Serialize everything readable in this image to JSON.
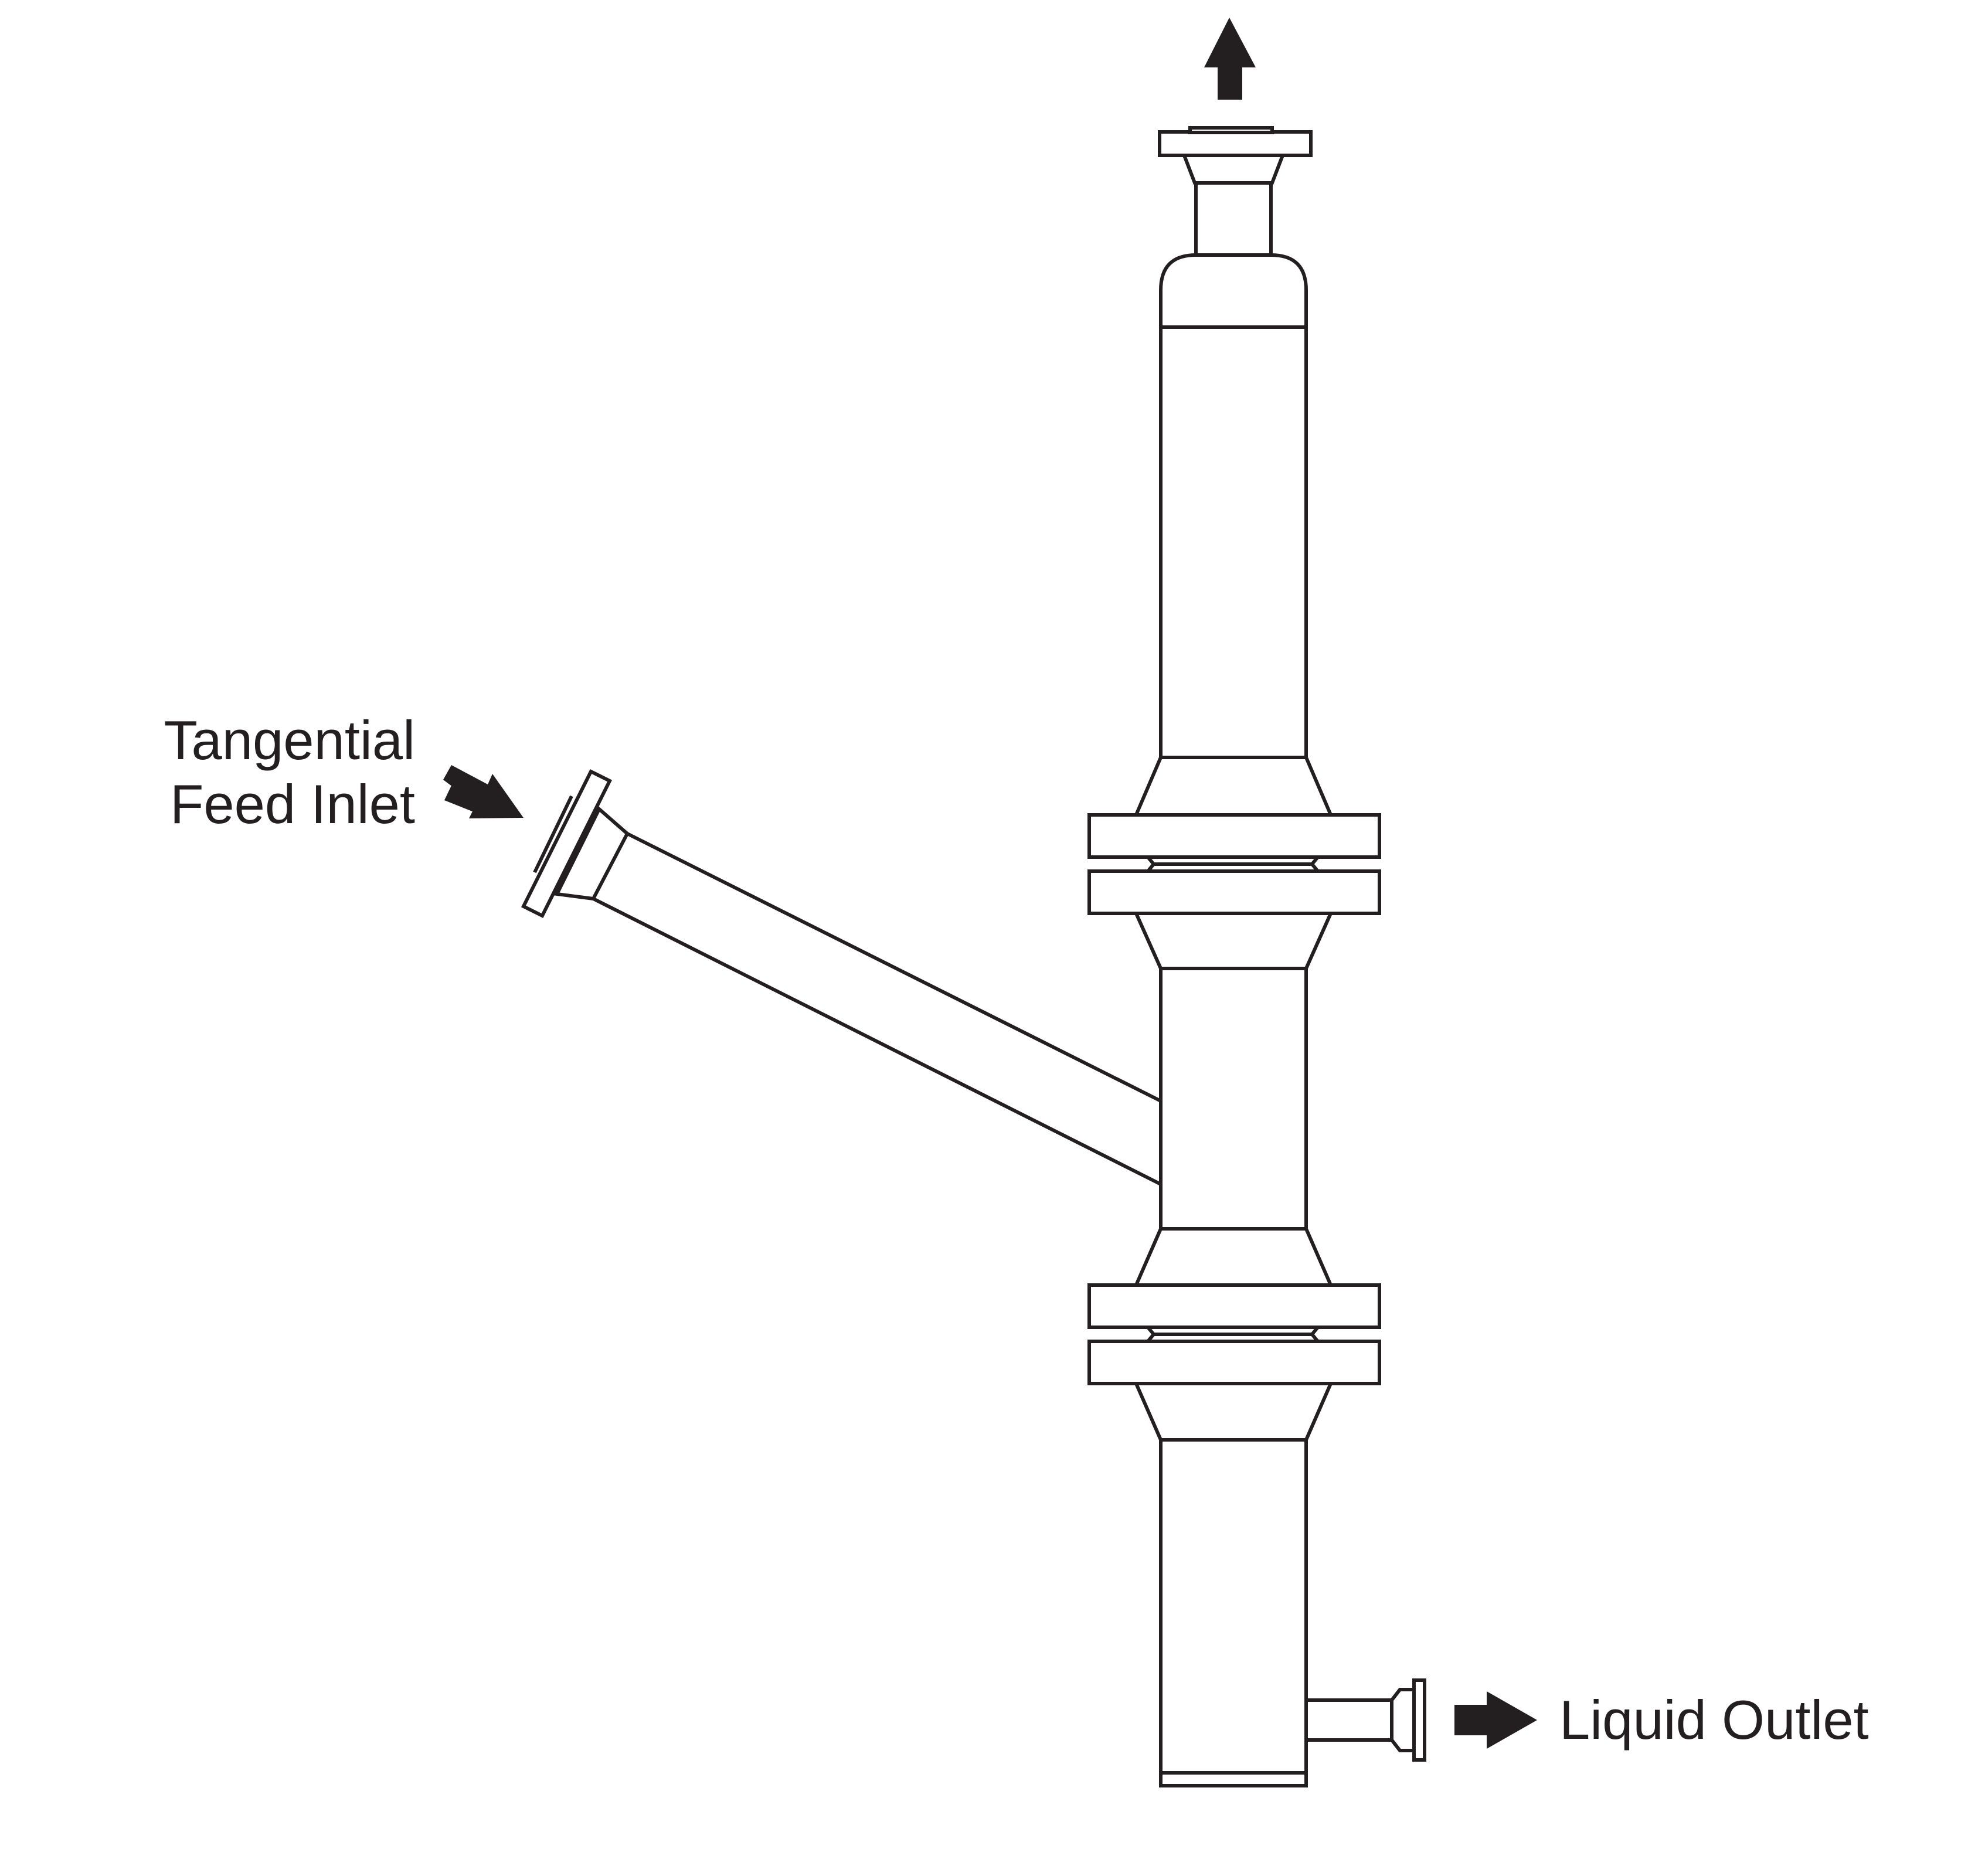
{
  "labels": {
    "feed_inlet_line1": "Tangential",
    "feed_inlet_line2": "Feed Inlet",
    "liquid_outlet": "Liquid Outlet"
  },
  "icons": {
    "gas_outlet_arrow": "arrow-up-icon",
    "feed_inlet_arrow": "arrow-down-right-icon",
    "liquid_outlet_arrow": "arrow-right-icon"
  },
  "colors": {
    "line": "#231f20",
    "background": "#ffffff"
  }
}
